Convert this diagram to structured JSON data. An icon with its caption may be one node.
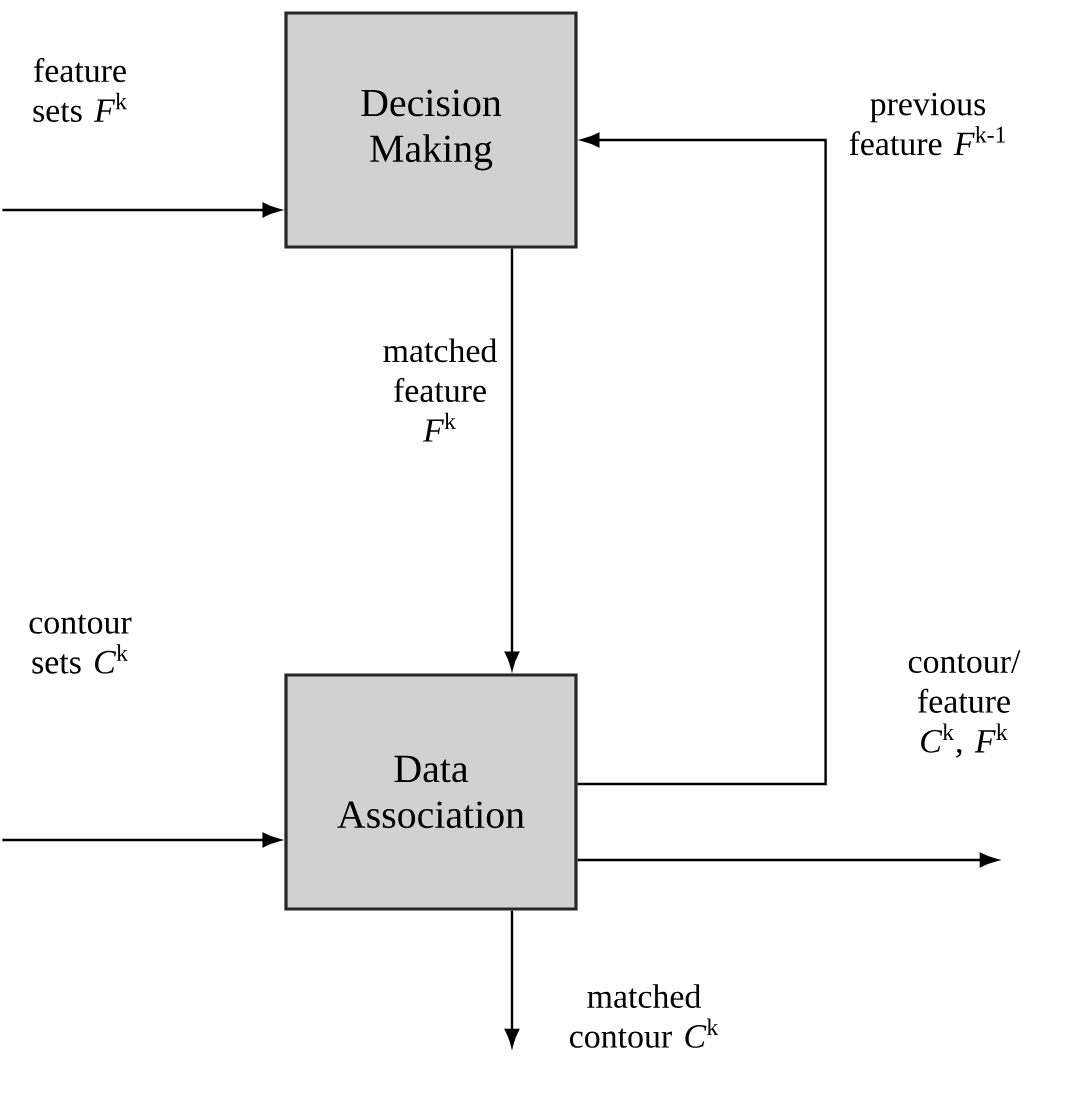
{
  "diagram": {
    "nodes": [
      {
        "text": [
          "Decision Making"
        ]
      },
      {
        "text": [
          "Data Association"
        ]
      }
    ],
    "edges": [
      {
        "from": null,
        "to": 0,
        "arrow": "to",
        "label": "feature sets *F*$^{k}$"
      },
      {
        "from": 0,
        "to": 1,
        "arrow": "to",
        "label": "matched feature *F*$^{k}$"
      },
      {
        "from": 1,
        "to": 0,
        "arrow": "to",
        "label": "previous feature *F*$^{k-1}$"
      },
      {
        "from": null,
        "to": 1,
        "arrow": "to",
        "label": "contour sets *C*$^{k}$"
      },
      {
        "from": 1,
        "to": null,
        "arrow": "to",
        "label": "contour/ feature *C*$^{k}$, *F*$^{k}$"
      },
      {
        "from": 1,
        "to": null,
        "arrow": "to",
        "label": "matched contour *C*$^{k}$"
      }
    ]
  }
}
